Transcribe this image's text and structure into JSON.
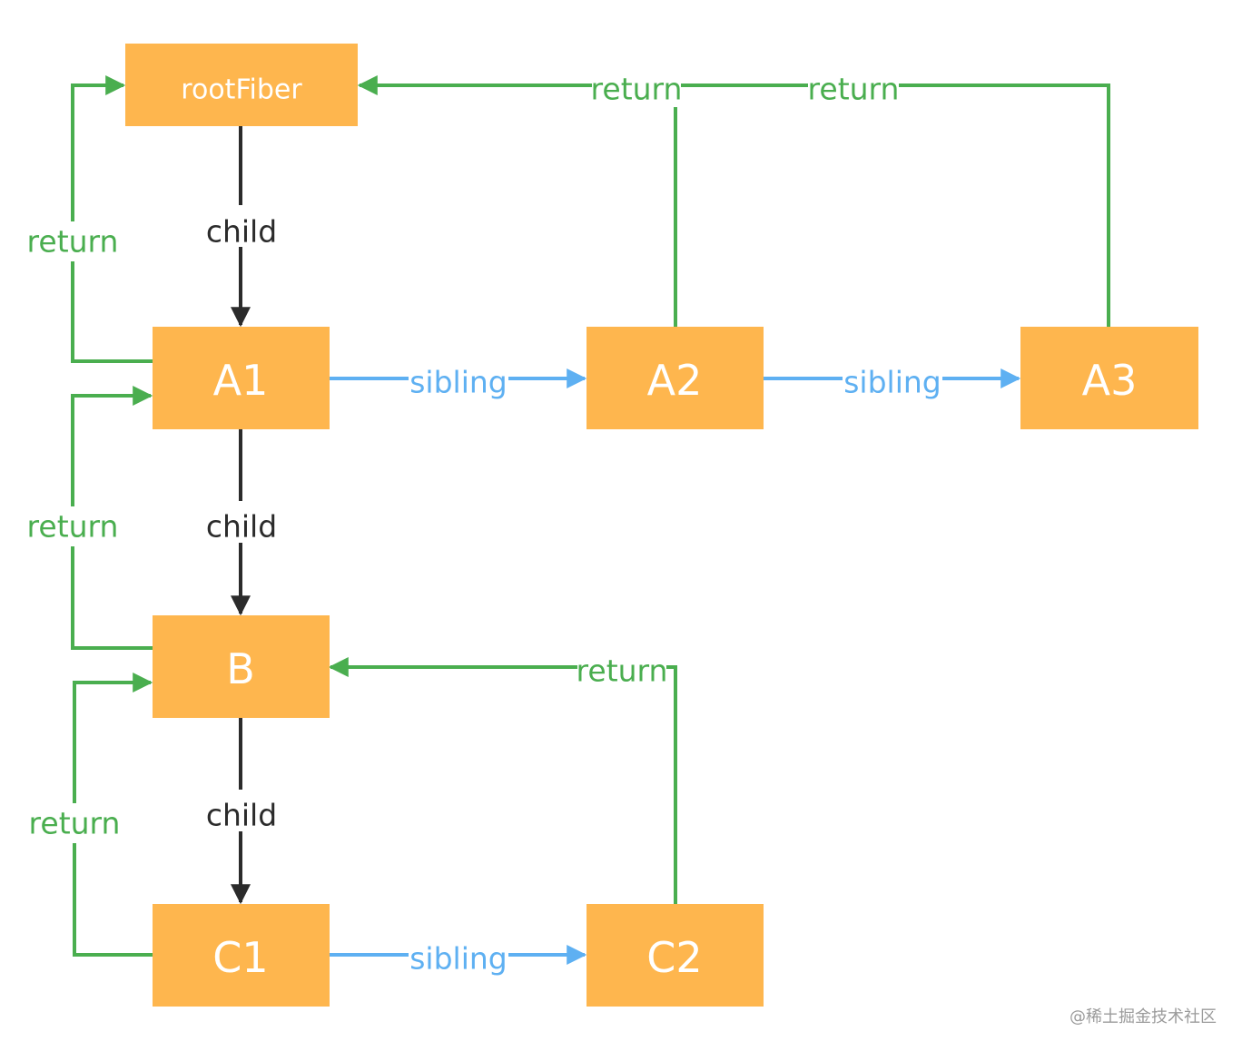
{
  "colors": {
    "node_fill": "#feb64e",
    "node_text": "#ffffff",
    "child_edge": "#2b2b2b",
    "sibling_edge": "#5eb0f2",
    "return_edge": "#4aae4f"
  },
  "nodes": {
    "rootFiber": "rootFiber",
    "A1": "A1",
    "A2": "A2",
    "A3": "A3",
    "B": "B",
    "C1": "C1",
    "C2": "C2"
  },
  "edge_labels": {
    "child_root_a1": "child",
    "child_a1_b": "child",
    "child_b_c1": "child",
    "sibling_a1_a2": "sibling",
    "sibling_a2_a3": "sibling",
    "sibling_c1_c2": "sibling",
    "return_a1_root": "return",
    "return_b_a1": "return",
    "return_c1_b": "return",
    "return_a2_root": "return",
    "return_a3_root": "return",
    "return_c2_b": "return"
  },
  "watermark": "@稀土掘金技术社区"
}
